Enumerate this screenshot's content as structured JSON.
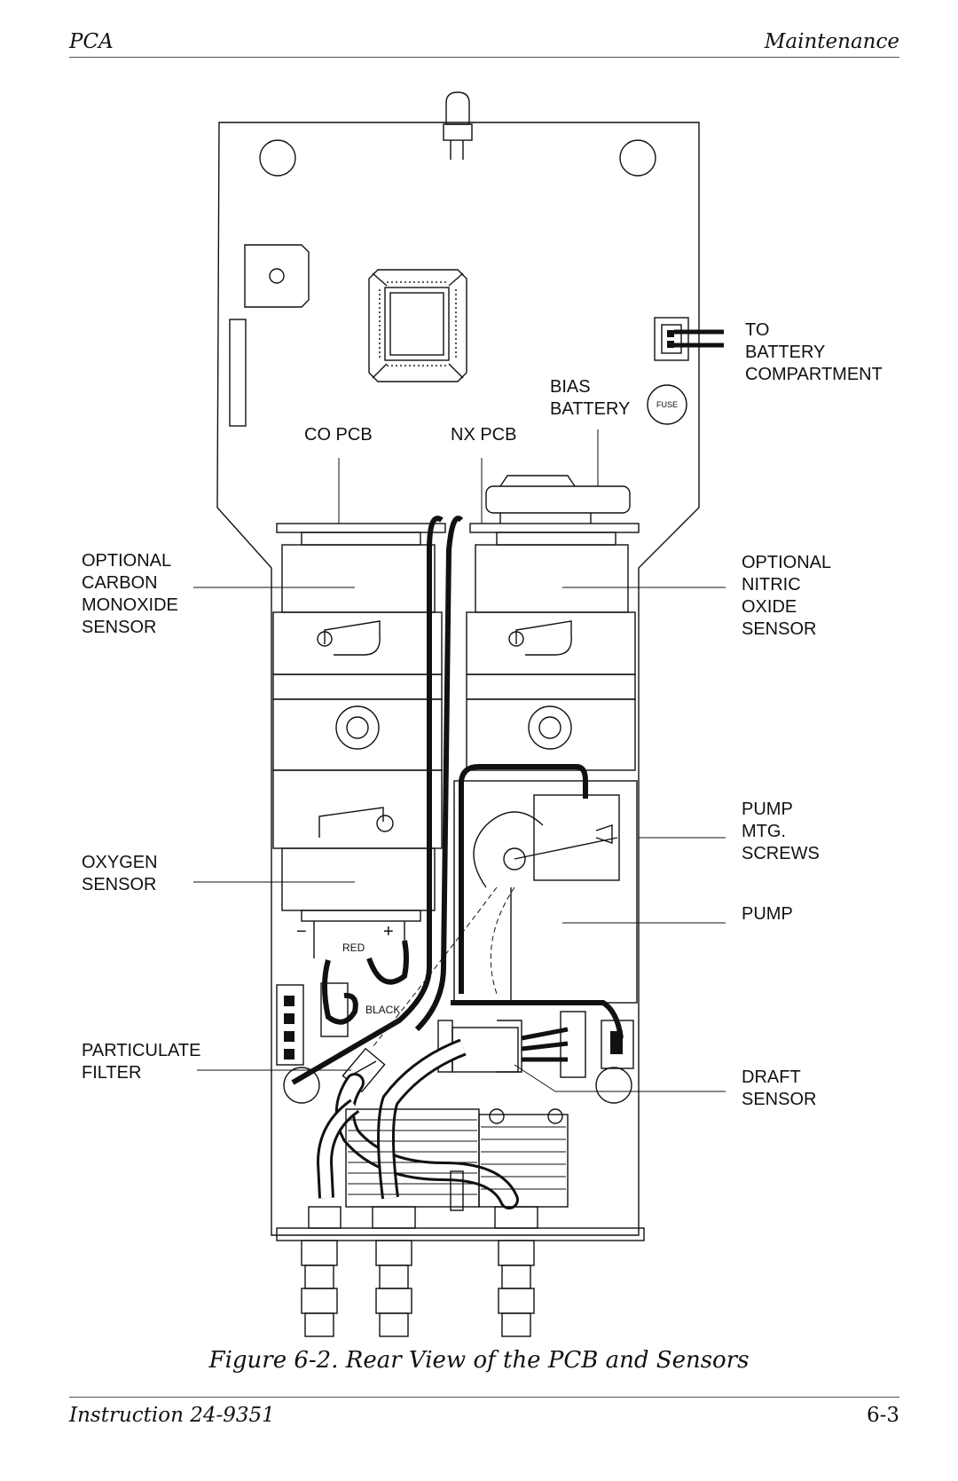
{
  "header": {
    "left": "PCA",
    "right": "Maintenance"
  },
  "figure": {
    "caption": "Figure 6-2.  Rear View of the PCB and Sensors",
    "labels": {
      "to_battery_1": "TO",
      "to_battery_2": "BATTERY",
      "to_battery_3": "COMPARTMENT",
      "bias_1": "BIAS",
      "bias_2": "BATTERY",
      "fuse": "FUSE",
      "co_pcb": "CO PCB",
      "nx_pcb": "NX PCB",
      "co_sensor_1": "OPTIONAL",
      "co_sensor_2": "CARBON",
      "co_sensor_3": "MONOXIDE",
      "co_sensor_4": "SENSOR",
      "no_sensor_1": "OPTIONAL",
      "no_sensor_2": "NITRIC",
      "no_sensor_3": "OXIDE",
      "no_sensor_4": "SENSOR",
      "pump_screws_1": "PUMP",
      "pump_screws_2": "MTG.",
      "pump_screws_3": "SCREWS",
      "oxygen_1": "OXYGEN",
      "oxygen_2": "SENSOR",
      "pump": "PUMP",
      "minus": "−",
      "plus": "+",
      "red": "RED",
      "black": "BLACK",
      "filter_1": "PARTICULATE",
      "filter_2": "FILTER",
      "draft_1": "DRAFT",
      "draft_2": "SENSOR"
    }
  },
  "footer": {
    "left": "Instruction 24-9351",
    "right": "6-3"
  }
}
